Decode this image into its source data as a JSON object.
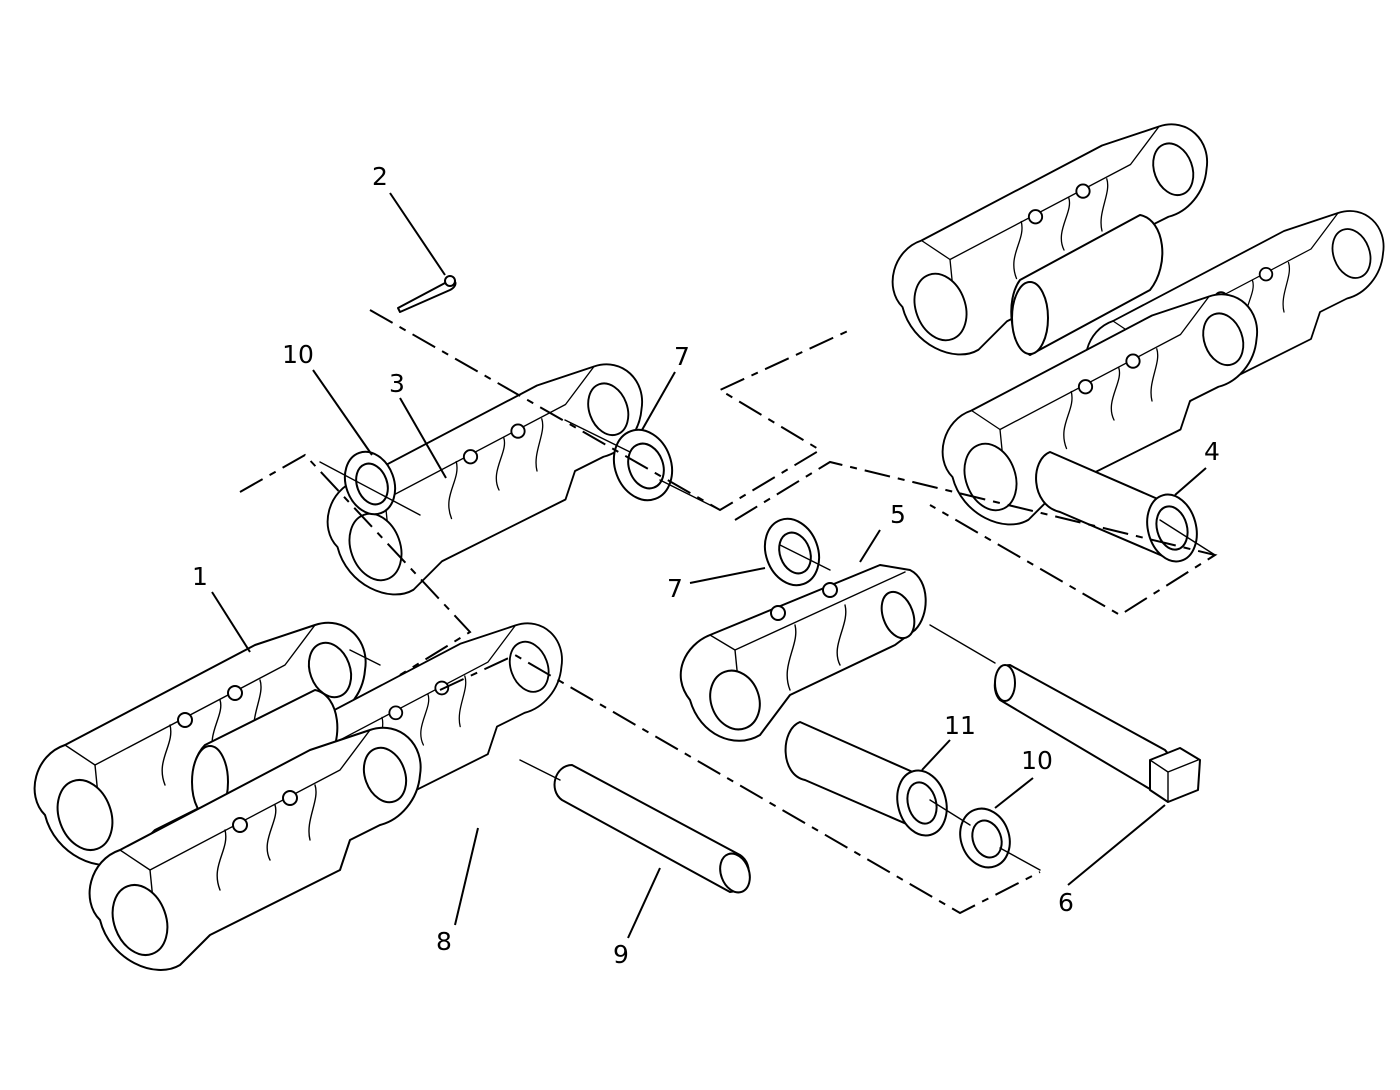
{
  "callouts": {
    "c1": "1",
    "c2": "2",
    "c3": "3",
    "c4": "4",
    "c5": "5",
    "c6": "6",
    "c7a": "7",
    "c7b": "7",
    "c8": "8",
    "c9": "9",
    "c10a": "10",
    "c10b": "10",
    "c11": "11"
  }
}
